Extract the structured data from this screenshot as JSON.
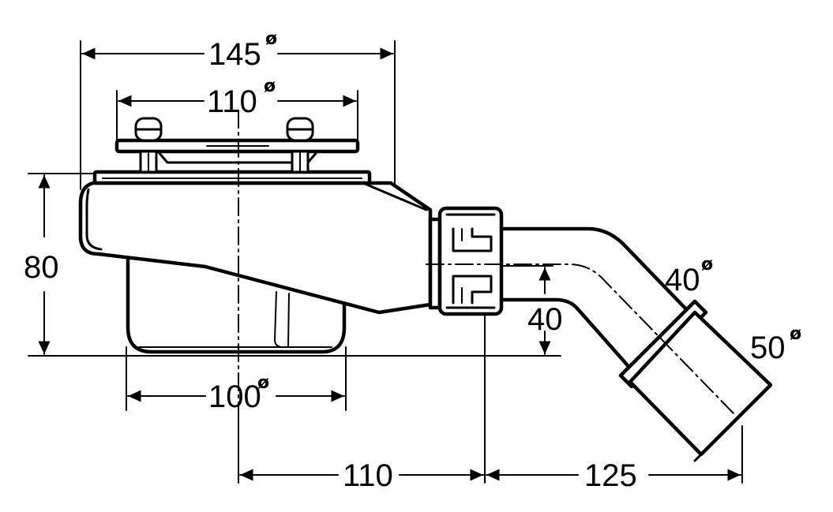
{
  "dimensions": {
    "outer_width": {
      "value": "145",
      "mark": "ø"
    },
    "grate_width": {
      "value": "110",
      "mark": "ø"
    },
    "height": {
      "value": "80"
    },
    "cup_width": {
      "value": "100",
      "mark": "ø"
    },
    "center_to_nut": {
      "value": "110"
    },
    "nut_to_outlet": {
      "value": "125"
    },
    "outlet_height": {
      "value": "40"
    },
    "pipe_40": {
      "value": "40",
      "mark": "ø"
    },
    "pipe_50": {
      "value": "50",
      "mark": "ø"
    }
  }
}
